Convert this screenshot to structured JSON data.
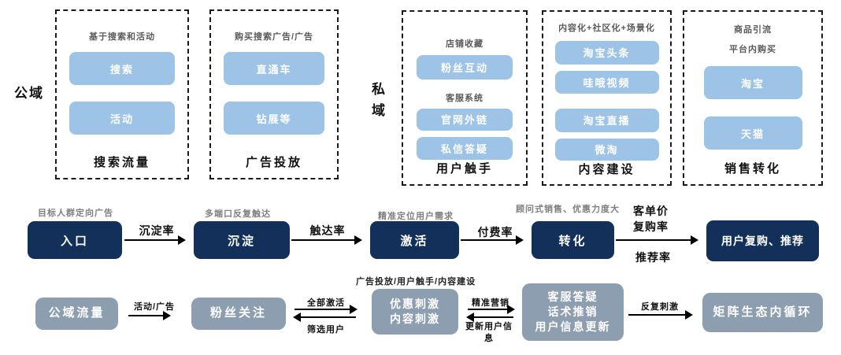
{
  "top_section": {
    "region_labels": {
      "public": "公域",
      "private": "私\n域"
    },
    "boxes": [
      {
        "header1": "基于搜索和活动",
        "buttons": [
          "搜索",
          "活动"
        ],
        "label": "搜索流量"
      },
      {
        "header1": "购买搜索广告/广告",
        "buttons": [
          "直通车",
          "钻展等"
        ],
        "label": "广告投放"
      },
      {
        "header1": "店铺收藏",
        "header2": "客服系统",
        "buttons": [
          "粉丝互动",
          "官网外链",
          "私信答疑"
        ],
        "label": "用户触手"
      },
      {
        "header1": "内容化+社区化+场景化",
        "buttons": [
          "淘宝头条",
          "哇哦视频",
          "淘宝直播",
          "微淘"
        ],
        "label": "内容建设"
      },
      {
        "header1": "商品引流",
        "header2": "平台内购买",
        "buttons": [
          "淘宝",
          "天猫"
        ],
        "label": "销售转化"
      }
    ]
  },
  "funnel": {
    "notes": [
      "目标人群定向广告",
      "多端口反复触达",
      "精准定位用户需求",
      "顾问式销售、优惠力度大"
    ],
    "stages": [
      "入口",
      "沉淀",
      "激活",
      "转化",
      "用户复购、推荐"
    ],
    "rate_labels": [
      "沉淀率",
      "触达率",
      "付费率"
    ],
    "final_labels": {
      "above1": "客单价",
      "above2": "复购率",
      "below": "推荐率"
    }
  },
  "bottom_flow": {
    "note": "广告投放/用户触手/内容建设",
    "boxes": [
      "公域流量",
      "粉丝关注",
      "优惠刺激\n内容刺激",
      "客服答疑\n话术推销\n用户信息更新",
      "矩阵生态内循环"
    ],
    "connectors": {
      "c1": "活动/广告",
      "c2_top": "全部激活",
      "c2_bottom": "筛选用户",
      "c3_top": "精准营销",
      "c3_bottom": "更新用户信息",
      "c4": "反复刺激"
    }
  },
  "colors": {
    "chip_blue": "#9dc3e6",
    "stage_navy": "#13305b",
    "flow_slate": "#8c9eb0"
  }
}
